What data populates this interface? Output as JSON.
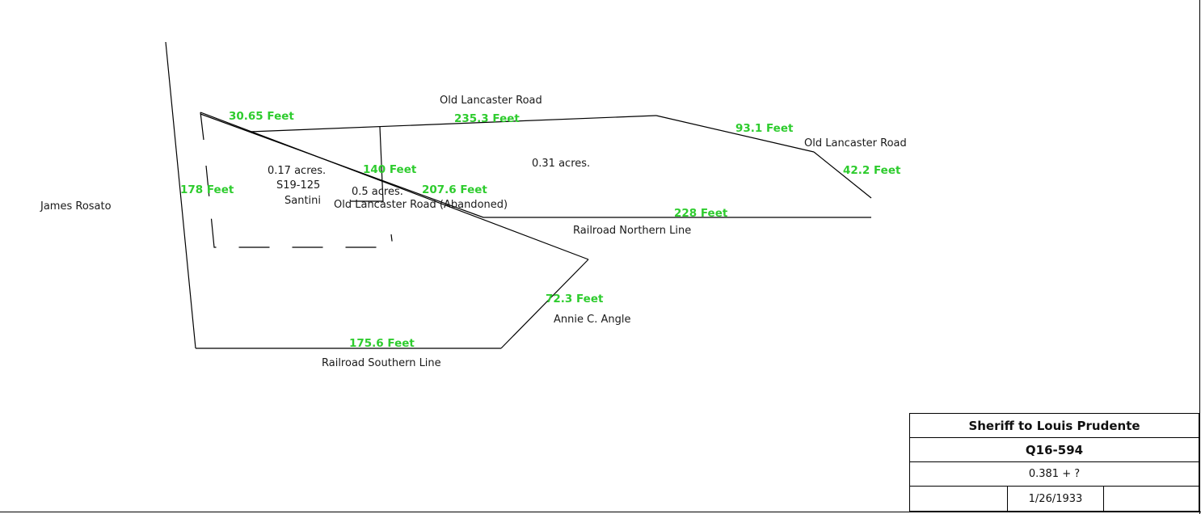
{
  "labels": {
    "old_lancaster_top": "Old Lancaster Road",
    "old_lancaster_right": "Old Lancaster Road",
    "old_lancaster_abandoned": "Old Lancaster Road (Abandoned)",
    "james_rosato": "James Rosato",
    "acres_017": "0.17 acres.",
    "s19_125": "S19-125",
    "santini": "Santini",
    "acres_05": "0.5 acres.",
    "acres_031": "0.31 acres.",
    "railroad_northern": "Railroad Northern Line",
    "railroad_southern": "Railroad Southern Line",
    "annie_angle": "Annie C. Angle"
  },
  "measurements": {
    "m_30_65": "30.65 Feet",
    "m_235_3": "235.3 Feet",
    "m_93_1": "93.1 Feet",
    "m_42_2": "42.2 Feet",
    "m_178": "178 Feet",
    "m_140": "140 Feet",
    "m_207_6": "207.6 Feet",
    "m_228": "228 Feet",
    "m_72_3": "72.3 Feet",
    "m_175_6": "175.6 Feet"
  },
  "title_block": {
    "title": "Sheriff to Louis Prudente",
    "id": "Q16-594",
    "acreage": "0.381 + ?",
    "left_cell": "",
    "date": "1/26/1933",
    "right_cell": ""
  },
  "colors": {
    "measurement": "#2ecc2e",
    "line": "#000000",
    "text": "#1a1a1a"
  }
}
